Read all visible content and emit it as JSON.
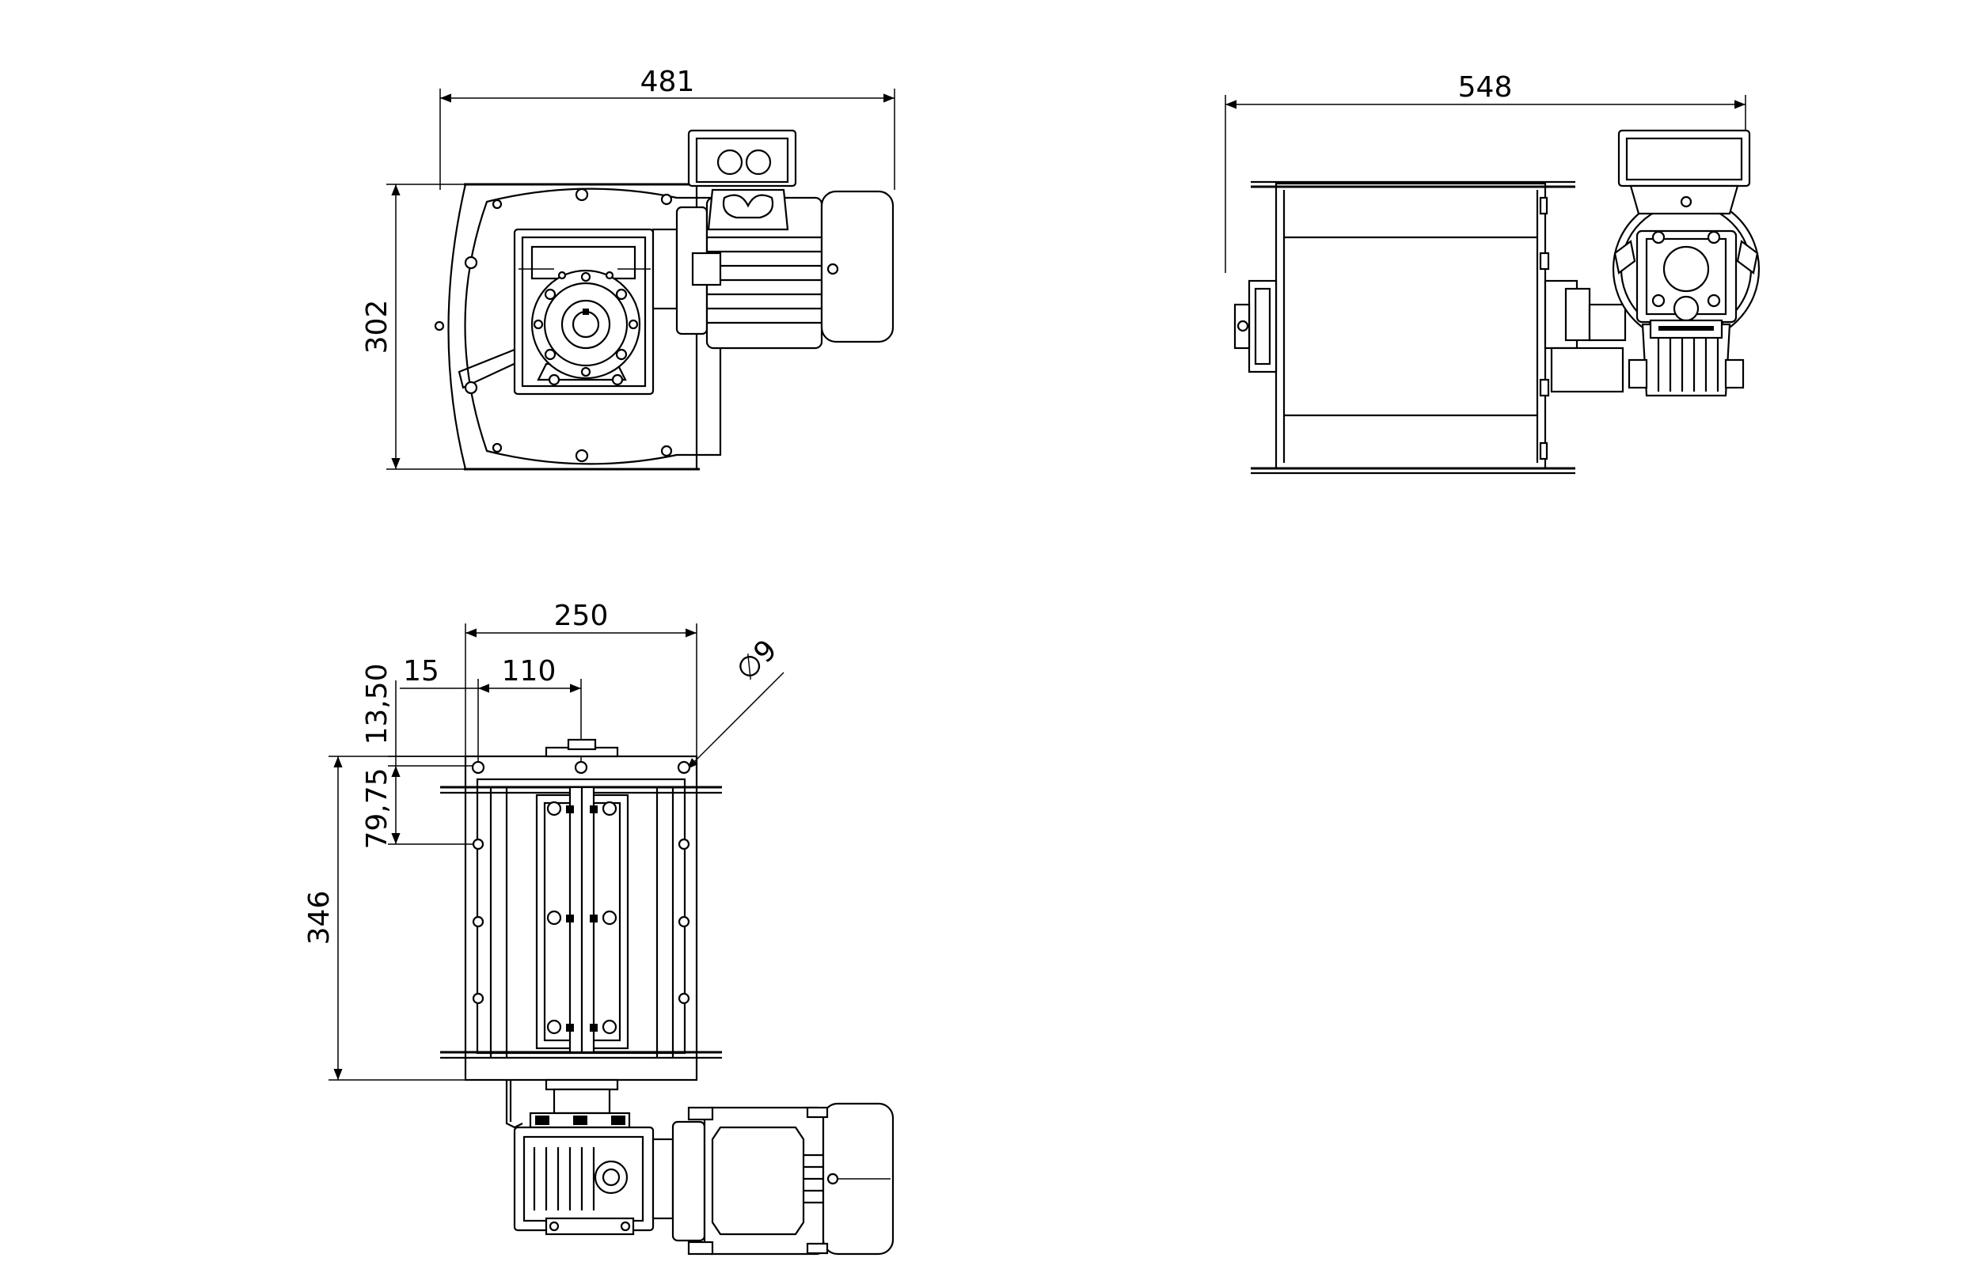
{
  "dimensions": {
    "front_width": "481",
    "front_height": "302",
    "side_width": "548",
    "plan_width": "250",
    "plan_hole_offset": "15",
    "plan_hole_pitch": "110",
    "plan_top_offset": "13,50",
    "plan_hole_pitch_vertical": "79,75",
    "plan_height": "346",
    "hole_diameter": "9"
  },
  "symbols": {
    "diameter": "∅"
  }
}
